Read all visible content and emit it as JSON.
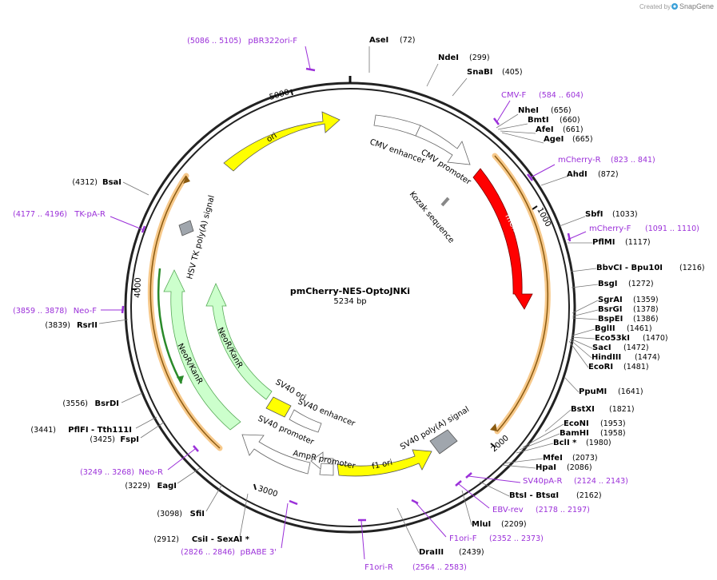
{
  "credit": {
    "prefix": "Created by",
    "brand": "SnapGene"
  },
  "plasmid": {
    "name": "pmCherry-NES-OptoJNKi",
    "size_label": "5234 bp"
  },
  "ticks": [
    "1000",
    "2000",
    "3000",
    "4000",
    "5000"
  ],
  "features": {
    "cmv_enhancer": "CMV enhancer",
    "cmv_promoter": "CMV promoter",
    "kozak": "Kozak sequence",
    "mcherry": "mCherry",
    "sv40_polya": "SV40 poly(A) signal",
    "f1_ori": "f1 ori",
    "ampr_promoter": "AmpR promoter",
    "sv40_promoter": "SV40 promoter",
    "sv40_enhancer": "SV40 enhancer",
    "sv40_ori": "SV40 ori",
    "neor_inner": "NeoR/KanR",
    "neor_outer": "NeoR/KanR",
    "hsv_tk": "HSV TK poly(A) signal",
    "ori": "ori"
  },
  "right_sites": [
    {
      "name": "AseI",
      "pos": "(72)"
    },
    {
      "name": "NdeI",
      "pos": "(299)"
    },
    {
      "name": "SnaBI",
      "pos": "(405)"
    },
    {
      "name": "NheI",
      "pos": "(656)"
    },
    {
      "name": "BmtI",
      "pos": "(660)"
    },
    {
      "name": "AfeI",
      "pos": "(661)"
    },
    {
      "name": "AgeI",
      "pos": "(665)"
    },
    {
      "name": "AhdI",
      "pos": "(872)"
    },
    {
      "name": "SbfI",
      "pos": "(1033)"
    },
    {
      "name": "PflMI",
      "pos": "(1117)"
    },
    {
      "name": "BbvCI  - Bpu10I",
      "pos": "(1216)"
    },
    {
      "name": "BsgI",
      "pos": "(1272)"
    },
    {
      "name": "SgrAI",
      "pos": "(1359)"
    },
    {
      "name": "BsrGI",
      "pos": "(1378)"
    },
    {
      "name": "BspEI",
      "pos": "(1386)"
    },
    {
      "name": "BglII",
      "pos": "(1461)"
    },
    {
      "name": "Eco53kI",
      "pos": "(1470)"
    },
    {
      "name": "SacI",
      "pos": "(1472)"
    },
    {
      "name": "HindIII",
      "pos": "(1474)"
    },
    {
      "name": "EcoRI",
      "pos": "(1481)"
    },
    {
      "name": "PpuMI",
      "pos": "(1641)"
    },
    {
      "name": "BstXI",
      "pos": "(1821)"
    },
    {
      "name": "EcoNI",
      "pos": "(1953)"
    },
    {
      "name": "BamHI",
      "pos": "(1958)"
    },
    {
      "name": "BclI *",
      "pos": "(1980)"
    },
    {
      "name": "MfeI",
      "pos": "(2073)"
    },
    {
      "name": "HpaI",
      "pos": "(2086)"
    },
    {
      "name": "BtsI  - BtsαI",
      "pos": "(2162)"
    },
    {
      "name": "MluI",
      "pos": "(2209)"
    },
    {
      "name": "DraIII",
      "pos": "(2439)"
    }
  ],
  "left_sites": [
    {
      "name": "SfiI",
      "pos": "(3098)"
    },
    {
      "name": "CsiI  - SexAI *",
      "pos": "(2912)"
    },
    {
      "name": "EagI",
      "pos": "(3229)"
    },
    {
      "name": "FspI",
      "pos": "(3425)"
    },
    {
      "name": "PflFI  - Tth111I",
      "pos": "(3441)"
    },
    {
      "name": "BsrDI",
      "pos": "(3556)"
    },
    {
      "name": "RsrII",
      "pos": "(3839)"
    },
    {
      "name": "BsaI",
      "pos": "(4312)"
    }
  ],
  "primers": [
    {
      "name": "pBR322ori-F",
      "pos": "(5086 .. 5105)"
    },
    {
      "name": "CMV-F",
      "pos": "(584 .. 604)"
    },
    {
      "name": "mCherry-R",
      "pos": "(823 .. 841)"
    },
    {
      "name": "mCherry-F",
      "pos": "(1091 .. 1110)"
    },
    {
      "name": "SV40pA-R",
      "pos": "(2124 .. 2143)"
    },
    {
      "name": "EBV-rev",
      "pos": "(2178 .. 2197)"
    },
    {
      "name": "F1ori-F",
      "pos": "(2352 .. 2373)"
    },
    {
      "name": "F1ori-R",
      "pos": "(2564 .. 2583)"
    },
    {
      "name": "pBABE 3'",
      "pos": "(2826 .. 2846)"
    },
    {
      "name": "Neo-R",
      "pos": "(3249 .. 3268)"
    },
    {
      "name": "Neo-F",
      "pos": "(3859 .. 3878)"
    },
    {
      "name": "TK-pA-R",
      "pos": "(4177 .. 4196)"
    }
  ],
  "colors": {
    "backbone": "#222222",
    "mcherry": "#ff0000",
    "yellow": "#ffff00",
    "neor": "#ccffcc",
    "orange_band": "#f7c98b",
    "primer": "#9b30d9",
    "grey_box": "#a0a6ad"
  }
}
